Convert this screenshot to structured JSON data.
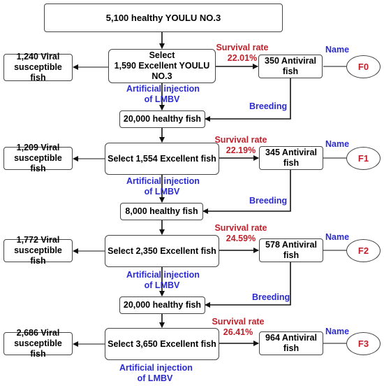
{
  "top": "5,100 healthy YOULU NO.3",
  "labels": {
    "survival_rate": "Survival rate",
    "name": "Name",
    "breeding": "Breeding",
    "injection_line1": "Artificial injection",
    "injection_line2": "of LMBV"
  },
  "generations": [
    {
      "susceptible_line1": "1,240 Viral",
      "susceptible_line2": "susceptible fish",
      "select_line1": "Select",
      "select_line2": "1,590 Excellent YOULU",
      "select_line3": "NO.3",
      "rate": "22.01%",
      "antiviral_line1": "350 Antiviral",
      "antiviral_line2": "fish",
      "gen_name": "F0"
    },
    {
      "healthy": "20,000 healthy fish",
      "susceptible_line1": "1,209 Viral",
      "susceptible_line2": "susceptible fish",
      "select": "Select 1,554 Excellent fish",
      "rate": "22.19%",
      "antiviral_line1": "345 Antiviral",
      "antiviral_line2": "fish",
      "gen_name": "F1"
    },
    {
      "healthy": "8,000 healthy fish",
      "susceptible_line1": "1,772 Viral",
      "susceptible_line2": "susceptible fish",
      "select": "Select 2,350 Excellent fish",
      "rate": "24.59%",
      "antiviral_line1": "578 Antiviral",
      "antiviral_line2": "fish",
      "gen_name": "F2"
    },
    {
      "healthy": "20,000 healthy fish",
      "susceptible_line1": "2,686 Viral",
      "susceptible_line2": "susceptible fish",
      "select": "Select 3,650 Excellent fish",
      "rate": "26.41%",
      "antiviral_line1": "964 Antiviral",
      "antiviral_line2": "fish",
      "gen_name": "F3"
    }
  ]
}
